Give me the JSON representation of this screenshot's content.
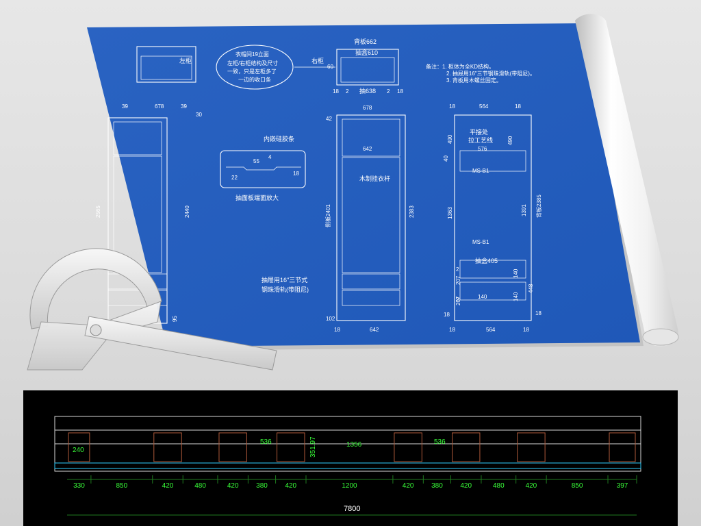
{
  "blueprint": {
    "top_view": {
      "left_label": "左柜",
      "right_label": "右柜",
      "note": [
        "衣帽间19立面",
        "左柜/右柜结构及尺寸",
        "一致，只是左柜多了",
        "一边的收口条"
      ],
      "back_panel": "背板662",
      "drawer_box": "抽盒610",
      "drawer": "抽638",
      "dim_60": "60",
      "dim_18a": "18",
      "dim_2a": "2",
      "dim_2b": "2",
      "dim_18b": "18"
    },
    "notes": [
      "备注：1. 柜体为全KD结构。",
      "2. 抽屉用16\"三节钢珠滑轨(带阻尼)。",
      "3. 背板用木螺丝固定。"
    ],
    "elev_left": {
      "d39": "39",
      "d678": "678",
      "d39r": "39",
      "d30": "30",
      "d2565": "2565",
      "d2440": "2440",
      "d95": "95"
    },
    "detail": {
      "title": "内嵌硅胶条",
      "d55": "55",
      "d4": "4",
      "d22": "22",
      "d18": "18",
      "caption": "抽面板端面放大"
    },
    "elev_mid": {
      "d678": "678",
      "d642a": "642",
      "d642b": "642",
      "rod": "木制挂衣杆",
      "side": "侧板2401",
      "d2383": "2383",
      "d42": "42",
      "d102": "102",
      "d18": "18",
      "slide_a": "抽屉用16\"三节式",
      "slide_b": "钢珠滑轨(带阻尼)"
    },
    "elev_right": {
      "d18a": "18",
      "d564a": "564",
      "d18b": "18",
      "lap": "平接处",
      "craft": "拉工艺线",
      "d576": "576",
      "ms1": "MS-B1",
      "ms2": "MS-B1",
      "d490": "490",
      "d490b": "490",
      "d40": "40",
      "d1363": "1363",
      "d1391": "1391",
      "back": "背板2385",
      "drawer405": "抽盒405",
      "d2a": "2",
      "d2b": "2",
      "d207": "207",
      "d207b": "207",
      "d140a": "140",
      "d140b": "140",
      "d140c": "140",
      "d448": "448",
      "d18c": "18",
      "d18d": "18",
      "d18e": "18",
      "d564b": "564",
      "d18f": "18"
    }
  },
  "cad": {
    "dims": [
      "330",
      "850",
      "420",
      "480",
      "420",
      "380",
      "420",
      "1200",
      "420",
      "380",
      "420",
      "480",
      "420",
      "850",
      "397"
    ],
    "total": "7800",
    "inner_labels": [
      "240",
      "536",
      "1356",
      "536",
      "351.97"
    ]
  }
}
